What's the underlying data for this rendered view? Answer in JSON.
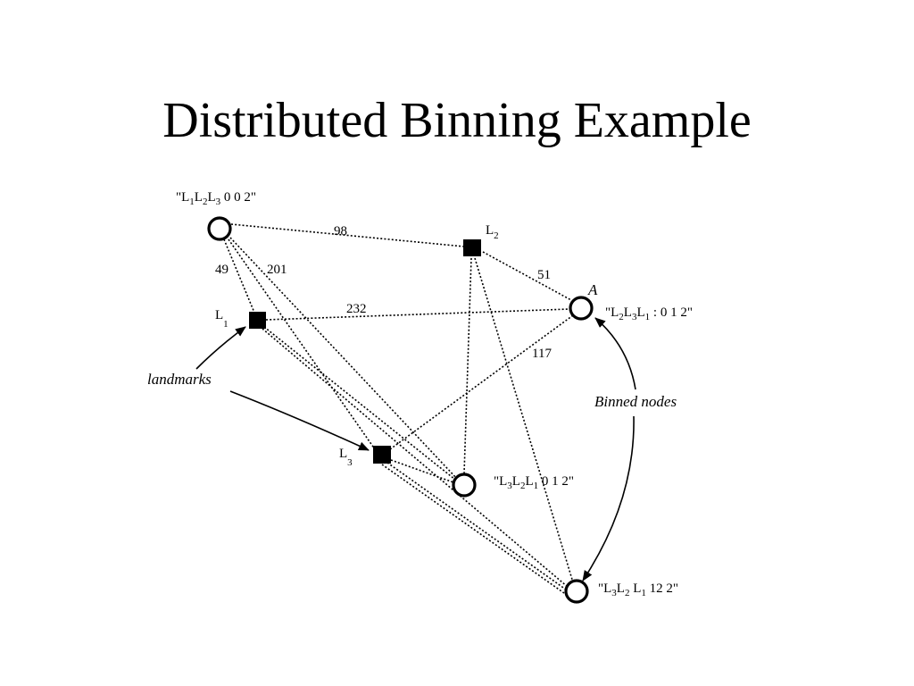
{
  "title": "Distributed Binning Example",
  "landmarks": [
    {
      "id": "L1",
      "letter": "L",
      "sub": "1"
    },
    {
      "id": "L2",
      "letter": "L",
      "sub": "2"
    },
    {
      "id": "L3",
      "letter": "L",
      "sub": "3"
    }
  ],
  "nodes": [
    {
      "id": "n_top",
      "bin_order": [
        "L1",
        "L2",
        "L3"
      ],
      "bin_levels": "0 0 2"
    },
    {
      "id": "A",
      "name": "A",
      "bin_order": [
        "L2",
        "L3",
        "L1"
      ],
      "bin_levels": "0 1 2"
    },
    {
      "id": "n_mid",
      "bin_order": [
        "L3",
        "L2",
        "L1"
      ],
      "bin_levels": "0 1 2"
    },
    {
      "id": "n_bot",
      "bin_order": [
        "L3",
        "L2",
        "L1"
      ],
      "bin_levels": "12 2"
    }
  ],
  "edge_labels": [
    "98",
    "49",
    "201",
    "232",
    "51",
    "117"
  ],
  "annotations": {
    "landmarks": "landmarks",
    "binned_nodes": "Binned nodes"
  },
  "colors": {
    "ink": "#000000",
    "background": "#ffffff"
  }
}
